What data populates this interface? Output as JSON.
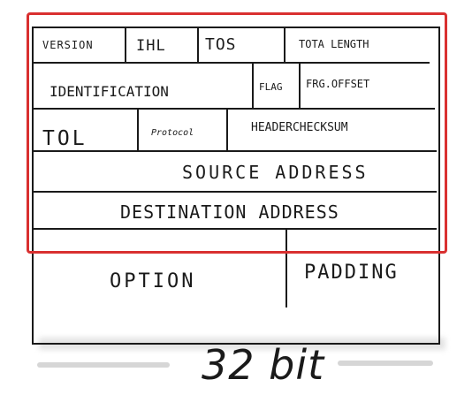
{
  "header": {
    "row1": {
      "version": "Version",
      "ihl": "IHL",
      "tos": "TOS",
      "total_length": "TOTA LENGTH"
    },
    "row2": {
      "identification": "IDENTIFICATION",
      "flag": "FLAG",
      "frag_offset": "FRG.OFFSET"
    },
    "row3": {
      "ttl": "TOL",
      "protocol": "Protocol",
      "header_checksum": "HEADERCHECKSUM"
    },
    "row4": {
      "source_address": "SOURCE ADDRESS"
    },
    "row5": {
      "destination_address": "DESTINATION ADDRESS"
    },
    "row6": {
      "option": "OPTION",
      "padding": "PADDING"
    }
  },
  "footer": {
    "width_label": "32 bit"
  },
  "colors": {
    "highlight": "#d93030",
    "ink": "#1a1a1a"
  }
}
